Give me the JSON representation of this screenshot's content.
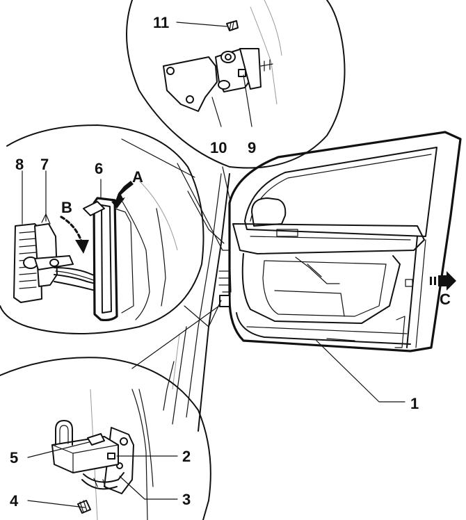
{
  "callouts": {
    "c1": "1",
    "c2": "2",
    "c3": "3",
    "c4": "4",
    "c5": "5",
    "c6": "6",
    "c7": "7",
    "c8": "8",
    "c9": "9",
    "c10": "10",
    "c11": "11",
    "cA": "A",
    "cB": "B",
    "cC": "C"
  },
  "colors": {
    "ink": "#111111",
    "paper": "#ffffff",
    "hatch": "#999999"
  }
}
